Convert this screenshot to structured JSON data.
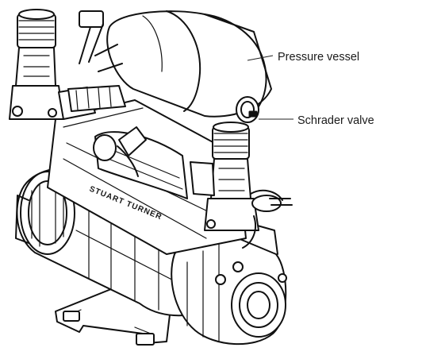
{
  "labels": {
    "pressure_vessel": "Pressure vessel",
    "schrader_valve": "Schrader valve"
  },
  "product": {
    "body_lettering": "STUART TURNER"
  }
}
